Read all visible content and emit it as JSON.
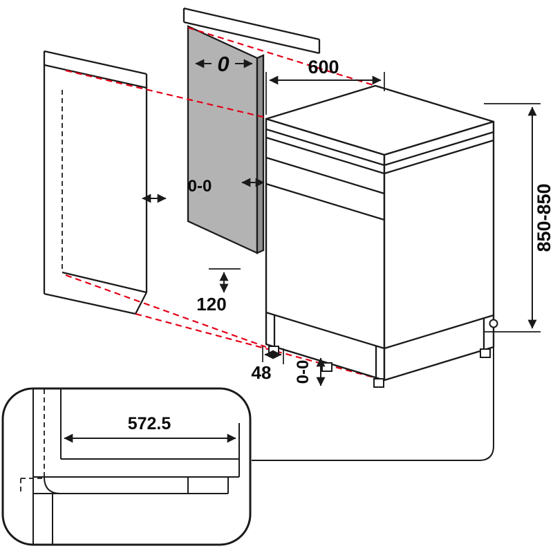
{
  "labels": {
    "panel_gap": "0",
    "width": "600",
    "panel_side_gap": "0-0",
    "height_range": "850-850",
    "plinth_clearance": "120",
    "foot_setback": "48",
    "foot_adjustment": "0-0",
    "detail_depth": "572.5"
  },
  "colors": {
    "line": "#1a1a1a",
    "alignment_red": "#e30016",
    "panel_gray": "#b3b3b3",
    "panel_edge_gray": "#8f8f8f",
    "background": "#ffffff"
  }
}
